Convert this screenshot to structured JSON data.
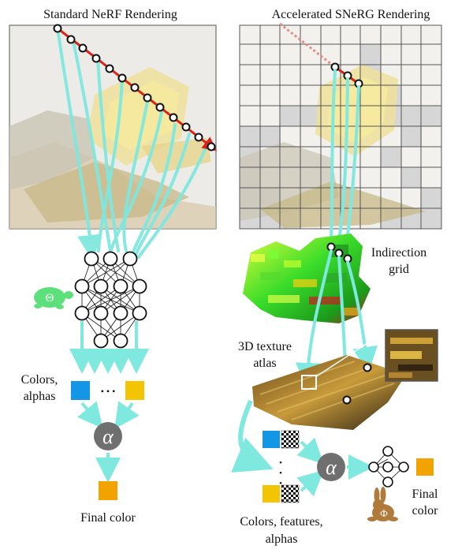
{
  "left_panel": {
    "title": "Standard NeRF Rendering",
    "colors_alphas": [
      "Colors,",
      "alphas"
    ],
    "alpha_symbol": "α",
    "ellipsis": "• • •",
    "final_color": "Final color",
    "theta_symbol": "Θ",
    "turtle_icon": "turtle-icon"
  },
  "right_panel": {
    "title": "Accelerated SNeRG Rendering",
    "indirection_grid": [
      "Indirection",
      "grid"
    ],
    "texture_atlas": [
      "3D texture",
      "atlas"
    ],
    "alpha_symbol": "α",
    "vertical_dots": "•\n•\n•",
    "colors_features_alphas": [
      "Colors, features,",
      "alphas"
    ],
    "final_color": [
      "Final",
      "color"
    ],
    "phi_symbol": "Φ",
    "rabbit_icon": "rabbit-icon"
  },
  "colors": {
    "cyan": "#7fe8df",
    "red_ray": "#d8231a",
    "blue_swatch": "#1496e6",
    "yellow_swatch": "#f2c500",
    "orange_swatch": "#f3a300",
    "alpha_circle": "#6f6f6f",
    "turtle": "#5de07b",
    "rabbit": "#b07a3a"
  }
}
